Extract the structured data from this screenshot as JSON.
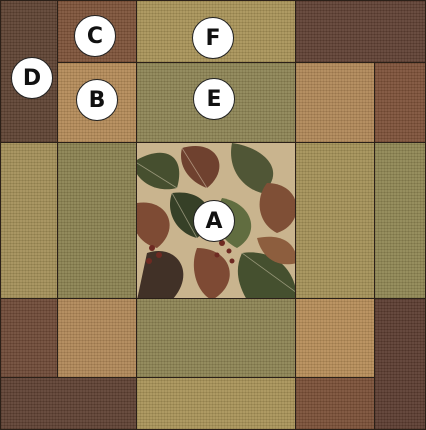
{
  "labels": {
    "a": "A",
    "b": "B",
    "c": "C",
    "d": "D",
    "e": "E",
    "f": "F"
  },
  "colors": {
    "dark_brown": "#5e3f2f",
    "rust": "#7a4f34",
    "tan": "#b38a55",
    "sage": "#8a8050",
    "olive": "#8c8352",
    "khaki": "#a8955c",
    "dark_plum": "#5a3a30",
    "leaf_print_bg": "#c9b48e"
  }
}
